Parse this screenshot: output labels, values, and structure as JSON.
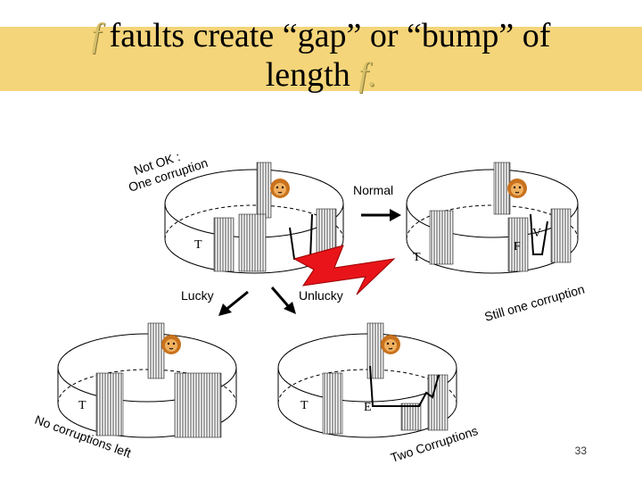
{
  "title": {
    "line1_f": "f",
    "line1_text": "faults create “gap” or “bump” of",
    "line2_text": "length",
    "line2_f": "f."
  },
  "diagram": {
    "top_left_label": [
      "Not OK :",
      "One corruption"
    ],
    "normal_label": "Normal",
    "lucky_label": "Lucky",
    "unlucky_label": "Unlucky",
    "still_label": "Still one corruption",
    "no_corruptions_label": "No corruptions left",
    "two_corruptions_label": "Two Corruptions",
    "marker_T": "T",
    "marker_F": "F",
    "marker_V": "V",
    "marker_E": "E",
    "icon": "lion-head-icon"
  },
  "slide_number": "33"
}
